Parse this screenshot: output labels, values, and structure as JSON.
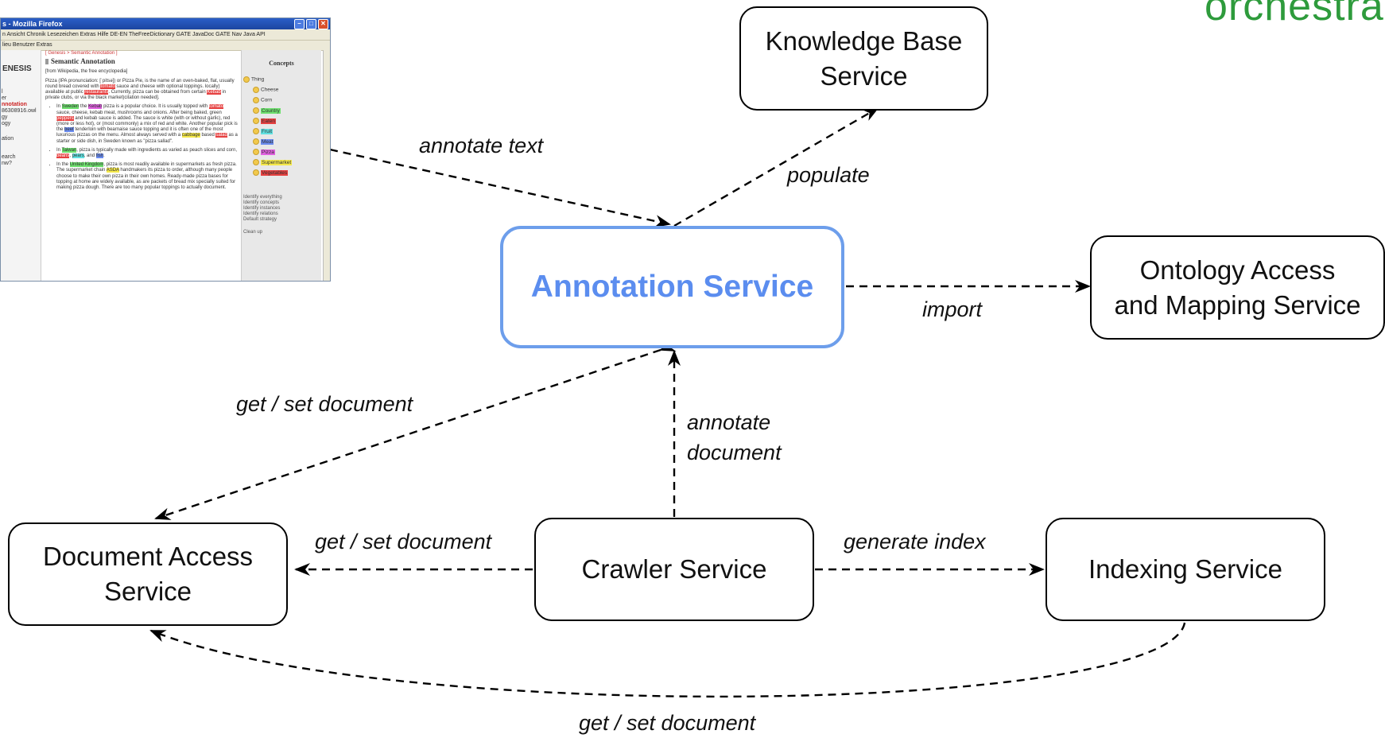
{
  "brand": {
    "text": "orchestra",
    "color": "#2e9b3c"
  },
  "nodes": {
    "knowledge_base": {
      "lines": [
        "Knowledge Base",
        "Service"
      ]
    },
    "annotation": {
      "lines": [
        "Annotation Service"
      ],
      "accent": "#6d9eeb"
    },
    "ontology": {
      "lines": [
        "Ontology Access",
        "and Mapping Service"
      ]
    },
    "document_access": {
      "lines": [
        "Document Access",
        "Service"
      ]
    },
    "crawler": {
      "lines": [
        "Crawler Service"
      ]
    },
    "indexing": {
      "lines": [
        "Indexing Service"
      ]
    }
  },
  "edges": {
    "annotate_text": "annotate text",
    "populate": "populate",
    "import": "import",
    "get_set_left": "get / set document",
    "annotate_document": [
      "annotate",
      "document"
    ],
    "get_set_crawler": "get / set document",
    "generate_index": "generate index",
    "get_set_bottom": "get / set document"
  },
  "screenshot": {
    "window_title": "s - Mozilla Firefox",
    "menu": "n   Ansicht   Chronik   Lesezeichen   Extras   Hilfe   DE-EN   TheFreeDictionary   GATE JavaDoc   GATE Nav   Java API",
    "menu2": "lieu   Benutzer   Extras",
    "left_logo": "ENESIS",
    "left_items": [
      "l",
      "er",
      "nnotation",
      "86308916.owl",
      "gy",
      "ogy",
      "ation",
      "earch",
      "nw?"
    ],
    "breadcrumb": "[ Genesis > Semantic Annotation ]",
    "heading": "Semantic Annotation",
    "intro": "[from Wikipedia, the free encyclopedia]",
    "para1_a": "Pizza (IPA pronunciation: [ˈpitsə]) or Pizza Pie, is the name of an oven-baked, flat, usually round bread covered with ",
    "para1_tomato": "tomato",
    "para1_b": " sauce and cheese with optional toppings. locally) available at public ",
    "para1_rest": "restaurants",
    "para1_c": ". Currently, pizza can be obtained from certain ",
    "para1_kebab": "Kebab",
    "para1_d": " in private clubs, or via the black market)citation needed].",
    "b1_a": "In ",
    "b1_sweden": "Sweden",
    "b1_b": " the ",
    "b1_kebab": "Kebab",
    "b1_c": " pizza is a popular choice. It is usually topped with ",
    "b1_tomato": "tomato",
    "b1_d": " sauce, cheese, kebab meat, mushrooms and onions. After being baked, green ",
    "b1_peppers": "peppers",
    "b1_e": " and kebab sauce is added. The sauce is white (with or without garlic), red (more or less hot), or (most commonly) a mix of red and white. Another popular pick is the ",
    "b1_beef": "beef",
    "b1_f": " tenderloin with bearnaise sauce topping and it is often one of the most luxurious pizzas on the menu. Almost always served with a ",
    "b1_cabbage": "cabbage",
    "b1_g": " based ",
    "b1_salad": "salad",
    "b1_h": " as a starter or side dish, in Sweden known as \"pizza sallad\".",
    "b2_a": "In ",
    "b2_taiwan": "Taiwan",
    "b2_b": ", pizza is typically made with ingredients as varied as peach slices and corn, ",
    "b2_beans": "beans",
    "b2_c": ", ",
    "b2_pears": "pears",
    "b2_d": ", and ",
    "b2_fish": "fish",
    "b2_e": ".",
    "b3_a": "In the ",
    "b3_uk": "United Kingdom",
    "b3_b": ", pizza is most readily available in supermarkets as fresh pizza. The supermarket chain ",
    "b3_asda": "ASDA",
    "b3_c": " handmakers its pizza to order, although many people choose to make their own pizza in their own homes. Ready-made pizza bases for topping at home are widely available, as are packets of bread mix specially suited for making pizza dough. There are too many popular toppings to actually document.",
    "concepts_title": "Concepts",
    "concept_root": "Thing",
    "concepts": [
      "Cheese",
      "Corn",
      "Country",
      "Eaten",
      "Fruit",
      "Meat",
      "Pizza",
      "Supermarket",
      "Vegetables"
    ],
    "concept_colors": [
      "",
      "",
      "#6ee06e",
      "#e64040",
      "#5fe0e0",
      "#6a8cf0",
      "#e060e0",
      "#f4e84a",
      "#e64040"
    ],
    "actions": [
      "Identify everything",
      "Identify concepts",
      "Identify instances",
      "Identify relations",
      "Default strategy",
      "Clean up"
    ]
  }
}
